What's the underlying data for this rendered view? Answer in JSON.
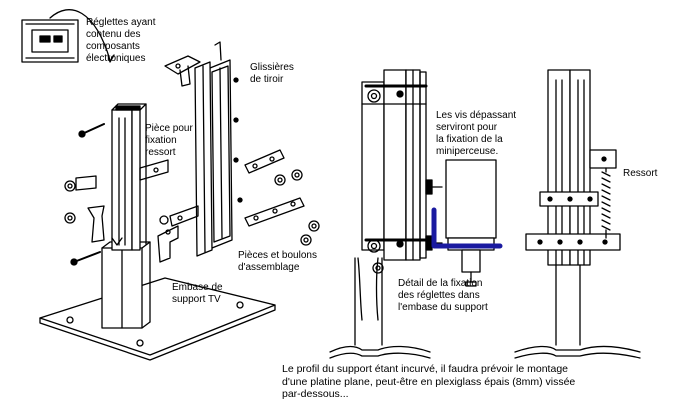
{
  "labels": {
    "reglettes": "Réglettes ayant\ncontenu des\ncomposants\nélectroniques",
    "glissieres": "Glissières\nde tiroir",
    "piece_fixation": "Pièce pour\nfixation\nressort",
    "vis_depassant": "Les vis dépassant\nserviront pour\nla fixation de la\nminiperceuse.",
    "ressort": "Ressort",
    "pieces_boulons": "Pièces et boulons\nd'assemblage",
    "embase": "Embase de\nsupport TV",
    "detail_fixation": "Détail de la fixation\ndes réglettes dans\nl'embase du support"
  },
  "caption": "Le profil du support étant incurvé, il faudra prévoir le montage\nd'une platine plane, peut-être en plexiglass épais (8mm) vissée\npar-dessous...",
  "colors": {
    "line": "#000000",
    "accent": "#1a1aa0",
    "background": "#ffffff"
  }
}
